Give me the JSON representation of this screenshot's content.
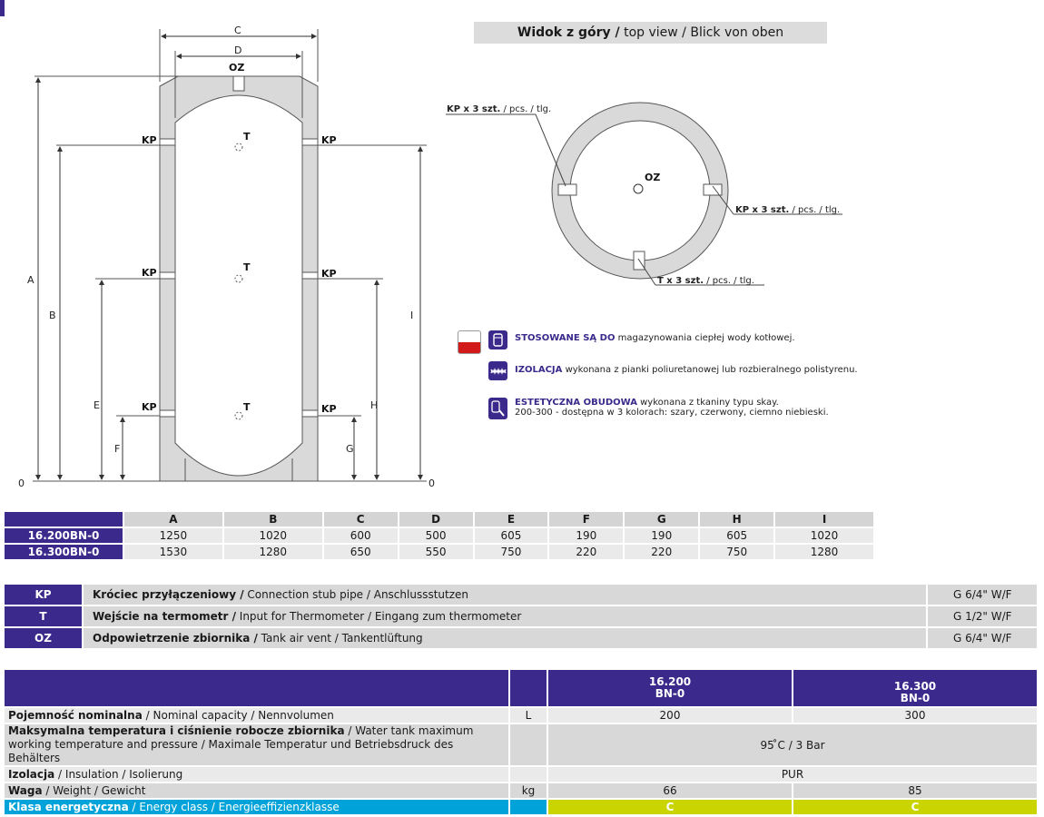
{
  "drawing": {
    "letters": {
      "A": "A",
      "B": "B",
      "C": "C",
      "D": "D",
      "E": "E",
      "F": "F",
      "G": "G",
      "H": "H",
      "I": "I"
    },
    "zero": "0",
    "oz": "OZ",
    "kp": "KP",
    "t": "T"
  },
  "top_view": {
    "title_bold": "Widok z góry /",
    "title_rest": " top view / Blick von oben",
    "oz": "OZ",
    "kp_left_bold": "KP x 3 szt.",
    "kp_left_rest": " / pcs. / tlg.",
    "kp_right_bold": "KP x 3 szt.",
    "kp_right_rest": " / pcs. / tlg.",
    "t_bold": "T x 3 szt.",
    "t_rest": " / pcs. / tlg."
  },
  "info": [
    {
      "bold": "STOSOWANE SĄ DO",
      "text": " magazynowania ciepłej wody kotłowej.",
      "text2": ""
    },
    {
      "bold": "IZOLACJA",
      "text": " wykonana z pianki poliuretanowej lub rozbieralnego polistyrenu.",
      "text2": ""
    },
    {
      "bold": "ESTETYCZNA OBUDOWA",
      "text": " wykonana z tkaniny typu skay.",
      "text2": "200-300 - dostępna w 3 kolorach: szary, czerwony, ciemno niebieski."
    }
  ],
  "dimensions": {
    "headers": [
      "A",
      "B",
      "C",
      "D",
      "E",
      "F",
      "G",
      "H",
      "I"
    ],
    "rows": [
      {
        "model": "16.200BN-0",
        "values": [
          "1250",
          "1020",
          "600",
          "500",
          "605",
          "190",
          "190",
          "605",
          "1020"
        ]
      },
      {
        "model": "16.300BN-0",
        "values": [
          "1530",
          "1280",
          "650",
          "550",
          "750",
          "220",
          "220",
          "750",
          "1280"
        ]
      }
    ]
  },
  "connections": [
    {
      "code": "KP",
      "bold": "Króciec przyłączeniowy /",
      "rest": " Connection stub pipe / Anschlussstutzen",
      "size": "G 6/4\" W/F"
    },
    {
      "code": "T",
      "bold": "Wejście na termometr /",
      "rest": " Input for Thermometer / Eingang zum thermometer",
      "size": "G 1/2\" W/F"
    },
    {
      "code": "OZ",
      "bold": "Odpowietrzenie zbiornika /",
      "rest": " Tank air vent / Tankentlüftung",
      "size": "G 6/4\" W/F"
    }
  ],
  "specs": {
    "col1_l1": "16.200",
    "col1_l2": "BN-0",
    "col2_l1": "16.300",
    "col2_l2": "BN-0",
    "rows": {
      "capacity": {
        "bold": "Pojemność nominalna",
        "rest": " / Nominal capacity / Nennvolumen",
        "unit": "L",
        "v1": "200",
        "v2": "300"
      },
      "maxtemp": {
        "bold": "Maksymalna temperatura i ciśnienie robocze zbiornika",
        "rest": " / Water tank maximum",
        "line2": "working temperature and pressure / Maximale Temperatur und Betriebsdruck des Behälters",
        "value": "95 ̊C / 3 Bar"
      },
      "insulation": {
        "bold": "Izolacja",
        "rest": " / Insulation / Isolierung",
        "value": "PUR"
      },
      "weight": {
        "bold": "Waga",
        "rest": " / Weight / Gewicht",
        "unit": "kg",
        "v1": "66",
        "v2": "85"
      },
      "energy": {
        "bold": "Klasa energetyczna",
        "rest": " / Energy class / Energieeffizienzklasse",
        "v1": "C",
        "v2": "C"
      }
    }
  },
  "colors": {
    "brand": "#3b2a8c",
    "energy_label": "#00a3d9",
    "energy_class": "#c9d400"
  }
}
